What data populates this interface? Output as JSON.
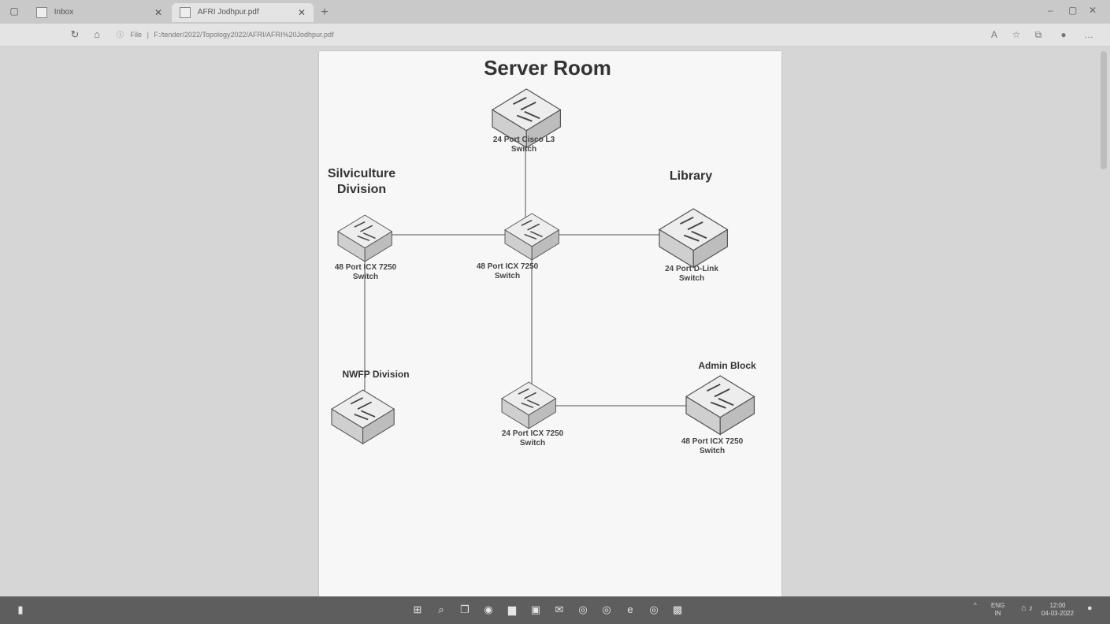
{
  "browser": {
    "tabs": [
      {
        "label": "Inbox"
      },
      {
        "label": "AFRI Jodhpur.pdf"
      }
    ],
    "new_tab_symbol": "+",
    "address": {
      "scheme_label": "File",
      "path": "F:/tender/2022/Topology2022/AFRI/AFRI%20Jodhpur.pdf"
    },
    "window_controls": {
      "minimize": "–",
      "maximize": "▢",
      "close": "✕"
    }
  },
  "diagram": {
    "rooms": {
      "server_room": "Server Room",
      "silviculture_line1": "Silviculture",
      "silviculture_line2": "Division",
      "library": "Library",
      "nwfp": "NWFP Division",
      "admin": "Admin Block"
    },
    "devices": {
      "cisco_l3": {
        "line1": "24 Port Cisco L3",
        "line2": "Switch"
      },
      "silviculture_switch": {
        "line1": "48 Port ICX 7250",
        "line2": "Switch"
      },
      "core_switch": {
        "line1": "48 Port ICX 7250",
        "line2": "Switch"
      },
      "library_switch": {
        "line1": "24 Port D-Link",
        "line2": "Switch"
      },
      "icx24_switch": {
        "line1": "24 Port ICX 7250",
        "line2": "Switch"
      },
      "admin_switch": {
        "line1": "48 Port ICX 7250",
        "line2": "Switch"
      }
    },
    "colors": {
      "line": "#8a8a8a",
      "switch_top": "#ededed",
      "switch_side": "#cfcfcf",
      "arrow": "#444"
    }
  },
  "taskbar": {
    "icons": [
      "windows-start-icon",
      "search-icon",
      "task-view-icon",
      "teams-icon",
      "file-explorer-icon",
      "store-icon",
      "mail-icon",
      "chrome-icon",
      "chrome-icon",
      "edge-icon",
      "chrome-icon",
      "app-icon"
    ],
    "tray": {
      "lang_top": "ENG",
      "lang_bottom": "IN",
      "time": "12:00",
      "date": "04-03-2022"
    }
  }
}
